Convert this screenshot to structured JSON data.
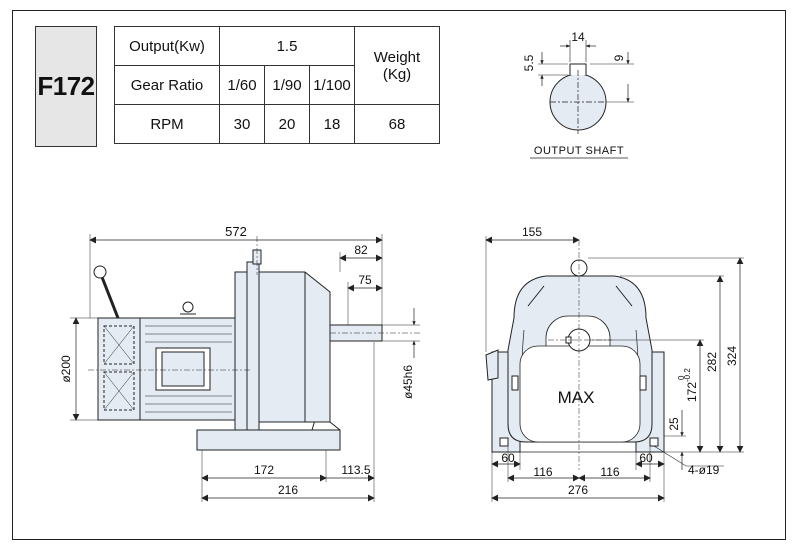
{
  "model": "F172",
  "spec": {
    "output_label": "Output(Kw)",
    "output_value": "1.5",
    "weight_label_1": "Weight",
    "weight_label_2": "(Kg)",
    "ratio_label": "Gear Ratio",
    "ratios": [
      "1/60",
      "1/90",
      "1/100"
    ],
    "rpm_label": "RPM",
    "rpms": [
      "30",
      "20",
      "18"
    ],
    "weight_value": "68"
  },
  "shaft": {
    "caption": "OUTPUT SHAFT",
    "dims": [
      "14",
      "5.5",
      "9"
    ]
  },
  "side_view": {
    "dims": [
      "572",
      "82",
      "75",
      "ø200",
      "ø45h6",
      "172",
      "113.5",
      "216"
    ]
  },
  "front_view": {
    "label": "MAX",
    "dims": [
      "155",
      "324",
      "282",
      "25",
      "60",
      "116",
      "116",
      "60",
      "4-ø19",
      "276"
    ],
    "height_dim": "172",
    "height_tol_upper": "0",
    "height_tol_lower": "-0.2"
  },
  "colors": {
    "fill": "#e4ebf3",
    "line": "#222222",
    "model_bg": "#e6e6e6"
  }
}
